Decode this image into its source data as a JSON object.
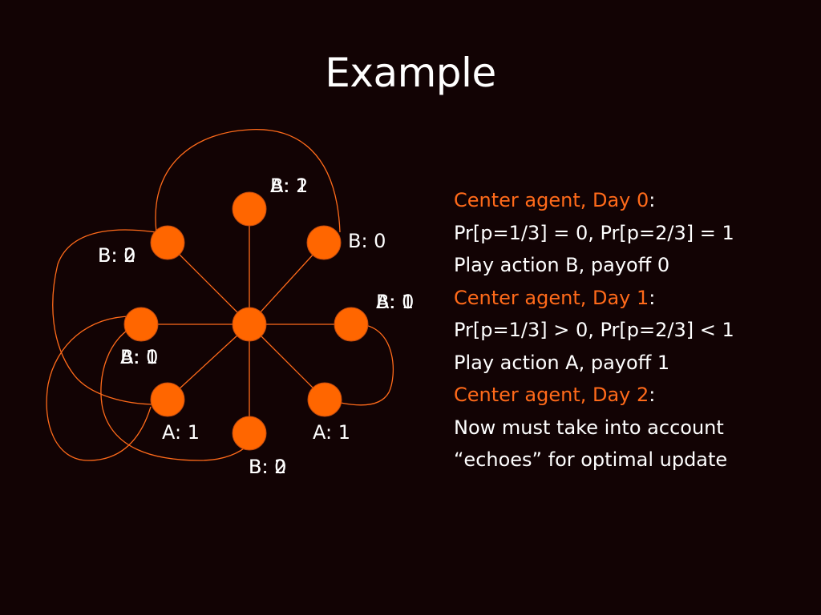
{
  "slide": {
    "title": "Example"
  },
  "colors": {
    "background": "#120304",
    "node_fill": "#ff6600",
    "edge": "#ff6a1a",
    "highlight_text": "#ff6a1a",
    "body_text": "#ffffff"
  },
  "network": {
    "center_node": "center",
    "nodes": [
      {
        "id": "center",
        "label_text": ""
      },
      {
        "id": "top",
        "label_text": "A: 1 / B: 2"
      },
      {
        "id": "upper-right",
        "label_text": "B: 0"
      },
      {
        "id": "right",
        "label_text": "A: 1 / B: 0"
      },
      {
        "id": "lower-right",
        "label_text": "A: 1"
      },
      {
        "id": "bottom",
        "label_text": "B: 2 / B: 0"
      },
      {
        "id": "lower-left",
        "label_text": "A: 1"
      },
      {
        "id": "left",
        "label_text": "A: 1 / B: 0"
      },
      {
        "id": "upper-left",
        "label_text": "B: 2 / B: 0"
      }
    ],
    "node_labels": [
      {
        "node": "top",
        "text": "B: 2"
      },
      {
        "node": "top",
        "text": "A: 1"
      },
      {
        "node": "upper-right",
        "text": "B: 0"
      },
      {
        "node": "right",
        "text": "A: 1"
      },
      {
        "node": "right",
        "text": "B: 0"
      },
      {
        "node": "lower-right",
        "text": "A: 1"
      },
      {
        "node": "bottom",
        "text": "B: 2"
      },
      {
        "node": "bottom",
        "text": "B: 0"
      },
      {
        "node": "lower-left",
        "text": "A: 1"
      },
      {
        "node": "left",
        "text": "B: 0"
      },
      {
        "node": "left",
        "text": "A: 1"
      },
      {
        "node": "upper-left",
        "text": "B: 2"
      },
      {
        "node": "upper-left",
        "text": "B: 0"
      }
    ],
    "spoke_edges": [
      [
        "center",
        "top"
      ],
      [
        "center",
        "upper-right"
      ],
      [
        "center",
        "right"
      ],
      [
        "center",
        "lower-right"
      ],
      [
        "center",
        "bottom"
      ],
      [
        "center",
        "lower-left"
      ],
      [
        "center",
        "left"
      ],
      [
        "center",
        "upper-left"
      ]
    ],
    "loop_edges": [
      [
        "upper-left",
        "upper-right"
      ],
      [
        "upper-left",
        "lower-left"
      ],
      [
        "left",
        "bottom"
      ],
      [
        "right",
        "lower-right"
      ]
    ]
  },
  "explanation": {
    "lines": [
      {
        "highlight": "Center agent, Day 0",
        "rest": ":"
      },
      {
        "highlight": "",
        "rest": "Pr[p=1/3] = 0, Pr[p=2/3] = 1"
      },
      {
        "highlight": "",
        "rest": "Play action B, payoff 0"
      },
      {
        "highlight": "Center agent, Day 1",
        "rest": ":"
      },
      {
        "highlight": "",
        "rest": "Pr[p=1/3] > 0, Pr[p=2/3] < 1"
      },
      {
        "highlight": "",
        "rest": "Play action A, payoff 1"
      },
      {
        "highlight": "Center agent, Day 2",
        "rest": ":"
      },
      {
        "highlight": "",
        "rest": "Now must take into account"
      },
      {
        "highlight": "",
        "rest": "“echoes” for optimal update"
      }
    ]
  }
}
